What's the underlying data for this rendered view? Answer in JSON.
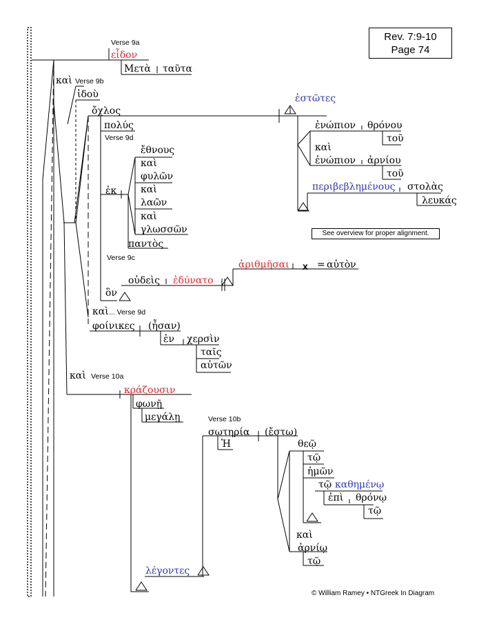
{
  "reference": {
    "line1": "Rev. 7:9-10",
    "line2": "Page 74"
  },
  "note": "See overview for proper alignment.",
  "copyright": "© William Ramey • NTGreek In Diagram",
  "verse_labels": {
    "v9a": "Verse 9a",
    "v9b": "Verse 9b",
    "v9c": "Verse 9c",
    "v9d_1": "Verse 9d",
    "v9d_2": "... Verse 9d",
    "v10a": "Verse 10a",
    "v10b": "Verse 10b"
  },
  "words": {
    "eidon": "εἶδον",
    "meta": "Μετὰ",
    "tauta": "ταῦτα",
    "kai_9b": "καὶ",
    "idou": "ἰδοὺ",
    "ochlos": "ὄχλος",
    "polus": "πολύς",
    "hestotes": "ἑστῶτες",
    "enopion_1": "ἐνώπιον",
    "thronou": "θρόνου",
    "tou_1": "τοῦ",
    "kai_r": "καὶ",
    "enopion_2": "ἐνώπιον",
    "arniou": "ἀρνίου",
    "tou_2": "τοῦ",
    "peribeblemenous": "περιβεβλημένους",
    "stolas": "στολὰς",
    "leukas": "λευκάς",
    "ek": "ἐκ",
    "ethnous": "ἔθνους",
    "kai_a": "καὶ",
    "phulon": "φυλῶν",
    "kai_b": "καὶ",
    "laon": "λαῶν",
    "kai_c": "καὶ",
    "glosson": "γλωσσῶν",
    "pantos": "παντὸς",
    "hon": "ὃν",
    "oudeis": "οὐδεὶς",
    "edunato": "ἐδύνατο",
    "arithmesai": "ἀριθμῆσαι",
    "x": "x",
    "eq": "=",
    "auton_1": "αὐτὸν",
    "kai_9d": "καὶ",
    "phoinikes": "φοίνικες",
    "esan": "(ἦσαν)",
    "en": "ἐν",
    "chersin": "χερσὶν",
    "tais": "ταῖς",
    "auton_2": "αὐτῶν",
    "kai_10a": "καὶ",
    "krazousin": "κράζουσιν",
    "phone": "φωνῇ",
    "megale": "μεγάλῃ",
    "soteria": "σωτηρία",
    "esto": "(ἔστω)",
    "he": "Ἡ",
    "theo": "θεῷ",
    "to_1": "τῷ",
    "hemon": "ἡμῶν",
    "to_2": "τῷ",
    "kathemeno": "καθημένῳ",
    "epi": "ἐπὶ",
    "throno": "θρόνῳ",
    "to_3": "τῷ",
    "kai_final": "καὶ",
    "arnio": "ἀρνίῳ",
    "to_4": "τῷ",
    "legontes": "λέγοντες"
  },
  "colors": {
    "verb": "#e3232a",
    "participle": "#2c35b5",
    "text": "#000000"
  }
}
